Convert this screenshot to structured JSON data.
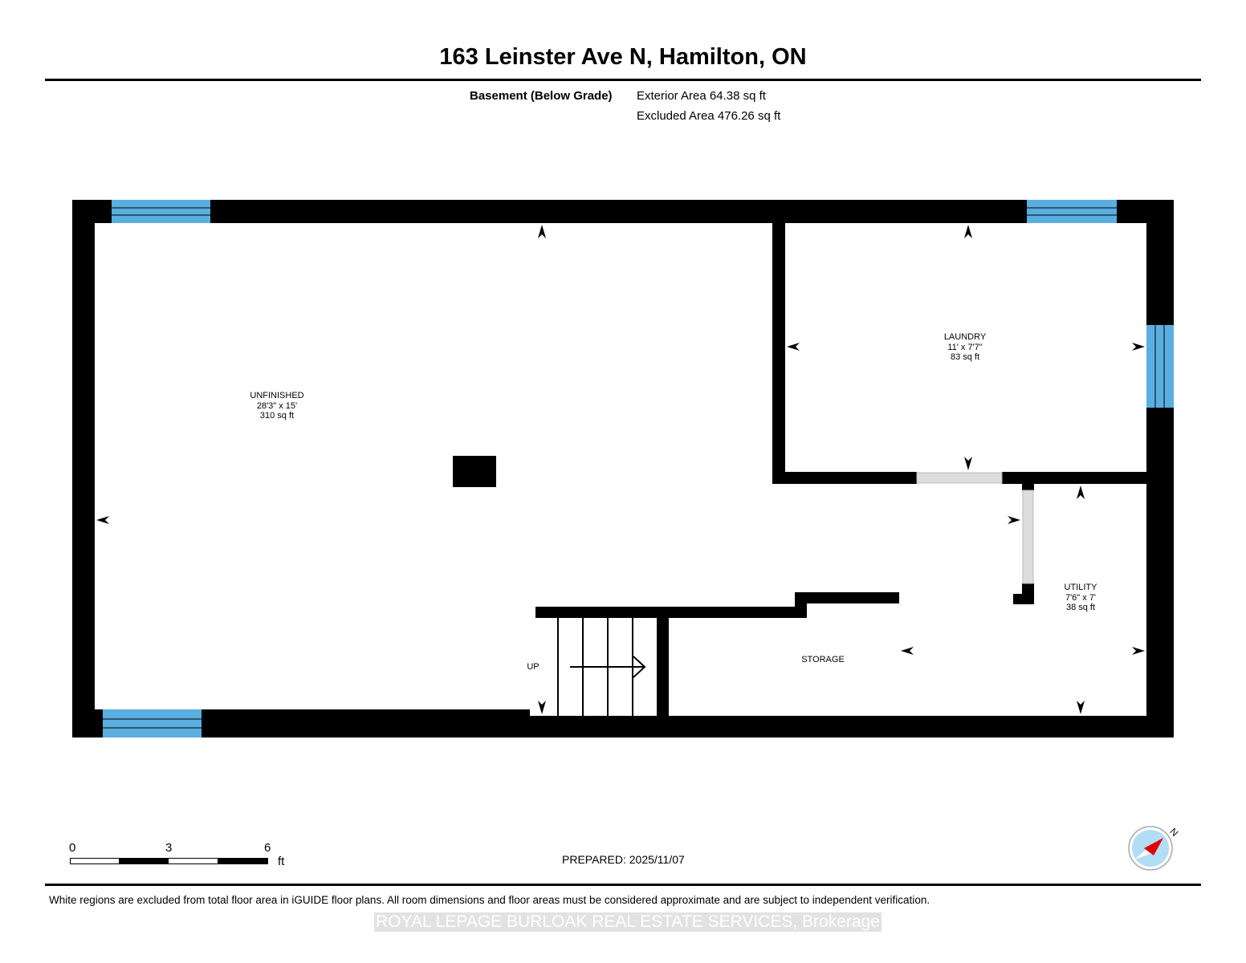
{
  "header": {
    "title": "163 Leinster Ave N, Hamilton, ON"
  },
  "summary": {
    "floor_label": "Basement (Below Grade)",
    "exterior_area": "Exterior Area 64.38 sq ft",
    "excluded_area": "Excluded Area 476.26 sq ft"
  },
  "rooms": [
    {
      "name": "UNFINISHED",
      "dims": "28'3\" x 15'",
      "area": "310 sq ft"
    },
    {
      "name": "LAUNDRY",
      "dims": "11' x 7'7\"",
      "area": "83 sq ft"
    },
    {
      "name": "UTILITY",
      "dims": "7'6\" x 7'",
      "area": "38 sq ft"
    },
    {
      "name": "STORAGE"
    }
  ],
  "stairs": {
    "label": "UP"
  },
  "scale": {
    "ticks": [
      "0",
      "3",
      "6"
    ],
    "unit": "ft"
  },
  "compass": {
    "label": "N"
  },
  "footer": {
    "prepared": "PREPARED: 2025/11/07",
    "disclaimer": "White regions are excluded from total floor area in iGUIDE floor plans. All room dimensions and floor areas must be considered approximate and are subject to independent verification.",
    "brokerage": "ROYAL LEPAGE BURLOAK REAL ESTATE SERVICES, Brokerage"
  },
  "colors": {
    "wall": "#000000",
    "window": "#5aaee0",
    "door": "#dcdcdc",
    "compass_red": "#e00000",
    "compass_bg": "#b3dcf5"
  }
}
